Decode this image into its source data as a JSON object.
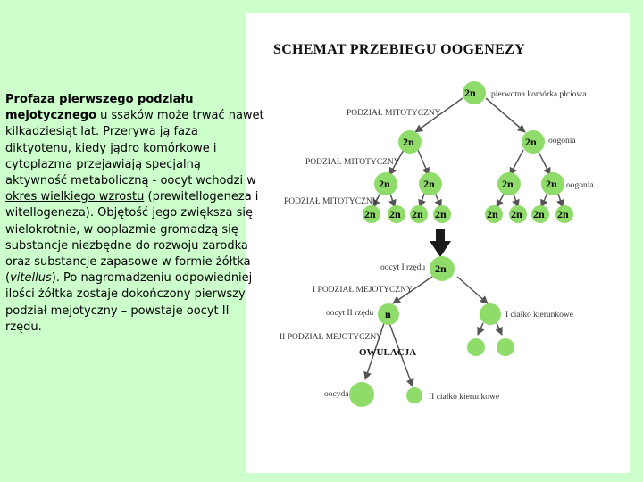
{
  "text": {
    "heading": "Profaza pierwszego podziału mejotycznego",
    "p1": " u ssaków może trwać nawet kilkadziesiąt lat. Przerywa ją faza diktyotenu, kiedy jądro komórkowe i cytoplazma przejawiają specjalną aktywność metaboliczną - oocyt wchodzi w ",
    "growth_period": "okres wielkiego wzrostu",
    "p2": " (prewitellogeneza i witellogeneza). Objętość jego zwiększa się wielokrotnie, w ooplazmie gromadzą się substancje niezbędne do rozwoju zarodka oraz substancje zapasowe w formie żółtka (",
    "vitellus": "vitellus",
    "p3": "). Po nagromadzeniu odpowiedniej ilości żółtka zostaje dokończony pierwszy podział mejotyczny – powstaje oocyt II rzędu."
  },
  "diagram": {
    "title": "SCHEMAT PRZEBIEGU OOGENEZY",
    "labels": {
      "primordial": "pierwotna komórka płciowa",
      "mitosis1": "PODZIAŁ MITOTYCZNY",
      "mitosis2": "PODZIAŁ MITOTYCZNY",
      "mitosis3": "PODZIAŁ MITOTYCZNY",
      "oogonia1": "oogonia",
      "oogonia2": "oogonia",
      "oocyte1": "oocyt I rzędu",
      "meiosis1": "I PODZIAŁ MEJOTYCZNY",
      "oocyte2": "oocyt II rzędu",
      "polar1": "I ciałko kierunkowe",
      "meiosis2": "II PODZIAŁ MEJOTYCZNY",
      "ovulation": "OWULACJA",
      "egg": "oocyda",
      "polar2": "II ciałko kierunkowe"
    },
    "cells": {
      "diploid": "2n",
      "haploid": "n"
    },
    "colors": {
      "cell_fill": "#8fdc6a",
      "cell_light": "#b6ec94",
      "arrow": "#1a1a1a",
      "line": "#555555"
    }
  }
}
